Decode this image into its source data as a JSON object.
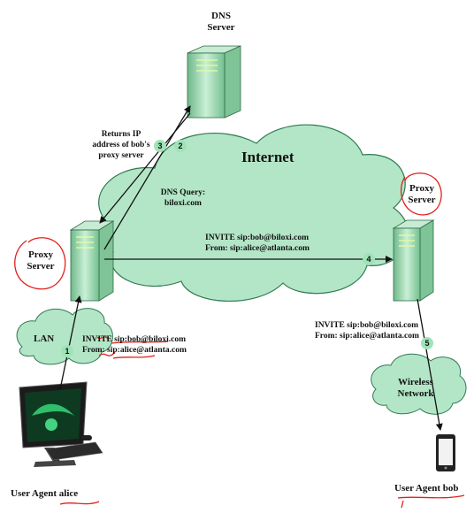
{
  "dns_server": {
    "line1": "DNS",
    "line2": "Server"
  },
  "returns_ip": {
    "line1": "Returns IP",
    "line2": "address of bob's",
    "line3": "proxy server"
  },
  "internet": {
    "label": "Internet"
  },
  "dns_query": {
    "line1": "DNS Query:",
    "line2": "biloxi.com"
  },
  "proxy_left": {
    "line1": "Proxy",
    "line2": "Server"
  },
  "proxy_right": {
    "line1": "Proxy",
    "line2": "Server"
  },
  "invite_internet": {
    "line1": "INVITE sip:bob@biloxi.com",
    "line2": "From: sip:alice@atlanta.com"
  },
  "invite_lan": {
    "line1": "INVITE sip:bob@biloxi.com",
    "line2": "From: sip:alice@atlanta.com"
  },
  "invite_wireless": {
    "line1": "INVITE sip:bob@biloxi.com",
    "line2": "From: sip:alice@atlanta.com"
  },
  "lan": {
    "label": "LAN"
  },
  "wireless": {
    "line1": "Wireless",
    "line2": "Network"
  },
  "ua_alice": "User Agent alice",
  "ua_bob": "User Agent bob",
  "steps": [
    "1",
    "2",
    "3",
    "4",
    "5"
  ],
  "colors": {
    "cloud": "#b3e6c7",
    "cloud_stroke": "#2f7a50",
    "server": "#9ad7ad",
    "annotation": "#e0201c"
  }
}
